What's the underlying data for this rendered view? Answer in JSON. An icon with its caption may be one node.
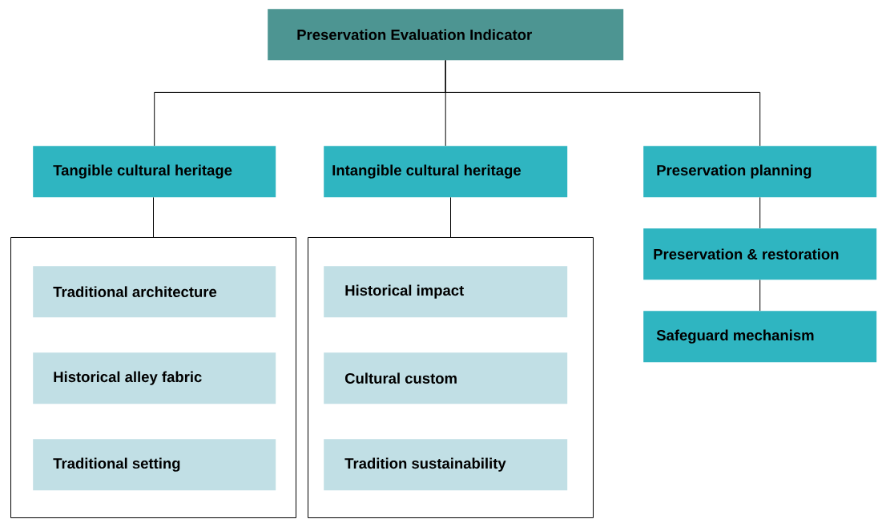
{
  "diagram": {
    "nodes": [
      {
        "text": [
          "Preservation Evaluation Indicator"
        ]
      },
      {
        "text": [
          "Tangible cultural heritage"
        ]
      },
      {
        "text": [
          "Intangible cultural heritage"
        ]
      },
      {
        "text": [
          "Preservation planning"
        ]
      },
      {
        "text": [],
        "shape": "box"
      },
      {
        "text": [
          "Traditional architecture"
        ],
        "in": 4
      },
      {
        "text": [
          "Historical alley fabric"
        ],
        "in": 4
      },
      {
        "text": [
          "Traditional setting"
        ],
        "in": 4
      },
      {
        "text": [],
        "shape": "box"
      },
      {
        "text": [
          "Historical impact"
        ],
        "in": 8
      },
      {
        "text": [
          "Cultural custom"
        ],
        "in": 8
      },
      {
        "text": [
          "Tradition sustainability"
        ],
        "in": 8
      },
      {
        "text": [
          "Preservation & restoration"
        ]
      },
      {
        "text": [
          "Safeguard mechanism"
        ]
      }
    ],
    "edges": [
      {
        "from": 0,
        "to": 1,
        "arrow": "none"
      },
      {
        "from": 0,
        "to": 2,
        "arrow": "none"
      },
      {
        "from": 0,
        "to": 3,
        "arrow": "none"
      },
      {
        "from": 1,
        "to": 4,
        "arrow": "none"
      },
      {
        "from": 2,
        "to": 8,
        "arrow": "none"
      },
      {
        "from": 3,
        "to": 12,
        "arrow": "none"
      },
      {
        "from": 12,
        "to": 13,
        "arrow": "none"
      }
    ]
  }
}
